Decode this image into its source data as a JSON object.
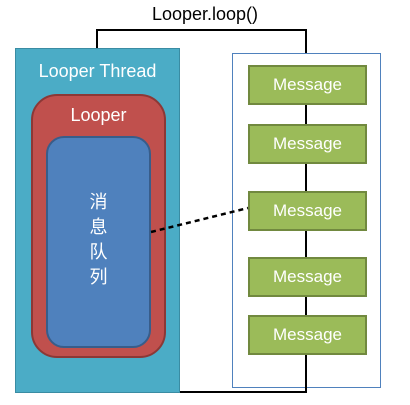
{
  "diagram": {
    "loop_label": "Looper.loop()",
    "thread_label": "Looper Thread",
    "looper_label": "Looper",
    "queue_label": [
      "消",
      "息",
      "队",
      "列"
    ],
    "messages": [
      "Message",
      "Message",
      "Message",
      "Message",
      "Message"
    ]
  },
  "colors": {
    "thread": "#4bacc6",
    "looper": "#c0504d",
    "queue": "#4f81bd",
    "message": "#9bbb59",
    "panel_border": "#4f81bd"
  }
}
